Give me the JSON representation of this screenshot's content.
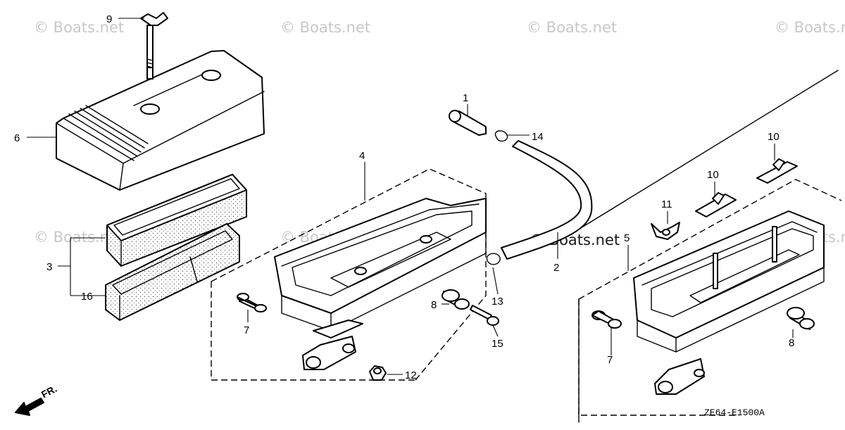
{
  "watermarks": {
    "text": "© Boats.net"
  },
  "callouts": {
    "c1": "1",
    "c2": "2",
    "c3": "3",
    "c4": "4",
    "c5": "5",
    "c6": "6",
    "c7a": "7",
    "c7b": "7",
    "c8a": "8",
    "c8b": "8",
    "c9": "9",
    "c10a": "10",
    "c10b": "10",
    "c11": "11",
    "c12": "12",
    "c13": "13",
    "c14": "14",
    "c15": "15",
    "c16": "16"
  },
  "direction_label": "FR.",
  "diagram_code": "ZE64-E1500A"
}
